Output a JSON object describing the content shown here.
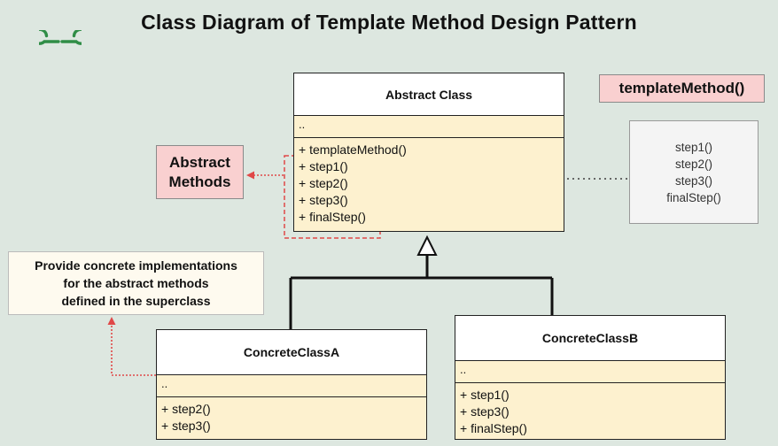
{
  "title": "Class Diagram of Template Method Design Pattern",
  "logo": {
    "icon": "geeksforgeeks-logo",
    "color": "#2f8d46"
  },
  "abstract_class": {
    "name": "Abstract Class",
    "attributes": "..",
    "operations": [
      "+ templateMethod()",
      "+ step1()",
      "+ step2()",
      "+ step3()",
      "+ finalStep()"
    ]
  },
  "concrete_a": {
    "name": "ConcreteClassA",
    "attributes": "..",
    "operations": [
      "+ step2()",
      "+ step3()"
    ]
  },
  "concrete_b": {
    "name": "ConcreteClassB",
    "attributes": "..",
    "operations": [
      "+ step1()",
      "+ step3()",
      "+ finalStep()"
    ]
  },
  "notes": {
    "abstract_methods": [
      "Abstract",
      "Methods"
    ],
    "template_method": "templateMethod()",
    "template_steps": [
      "step1()",
      "step2()",
      "step3()",
      "finalStep()"
    ],
    "concrete_impl": [
      "Provide concrete implementations",
      "for the abstract methods",
      "defined in the superclass"
    ]
  },
  "colors": {
    "background": "#dde7e0",
    "compartment": "#fdf1cf",
    "note_pink": "#f9d0d0",
    "note_cream": "#fefaef",
    "highlight_dash": "#e04848"
  }
}
